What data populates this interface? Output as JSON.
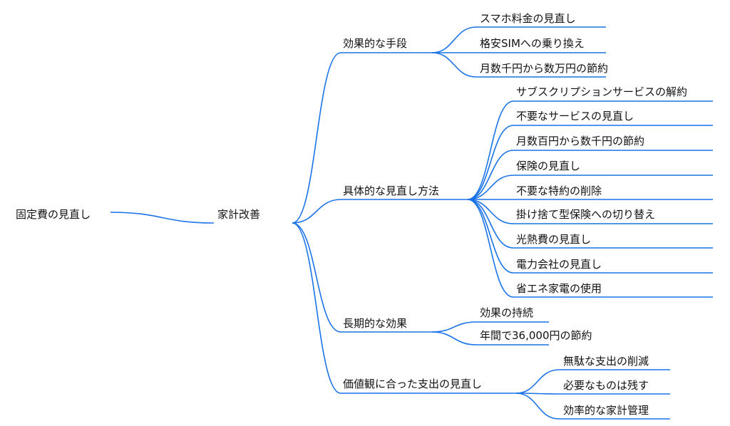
{
  "colors": {
    "edge": "#1a73e8",
    "text": "#111111",
    "background": "#ffffff"
  },
  "root": {
    "label": "固定費の見直し",
    "child": {
      "label": "家計改善",
      "branches": [
        {
          "label": "効果的な手段",
          "items": [
            "スマホ料金の見直し",
            "格安SIMへの乗り換え",
            "月数千円から数万円の節約"
          ]
        },
        {
          "label": "具体的な見直し方法",
          "items": [
            "サブスクリプションサービスの解約",
            "不要なサービスの見直し",
            "月数百円から数千円の節約",
            "保険の見直し",
            "不要な特約の削除",
            "掛け捨て型保険への切り替え",
            "光熱費の見直し",
            "電力会社の見直し",
            "省エネ家電の使用"
          ]
        },
        {
          "label": "長期的な効果",
          "items": [
            "効果の持続",
            "年間で36,000円の節約"
          ]
        },
        {
          "label": "価値観に合った支出の見直し",
          "items": [
            "無駄な支出の削減",
            "必要なものは残す",
            "効率的な家計管理"
          ]
        }
      ]
    }
  }
}
